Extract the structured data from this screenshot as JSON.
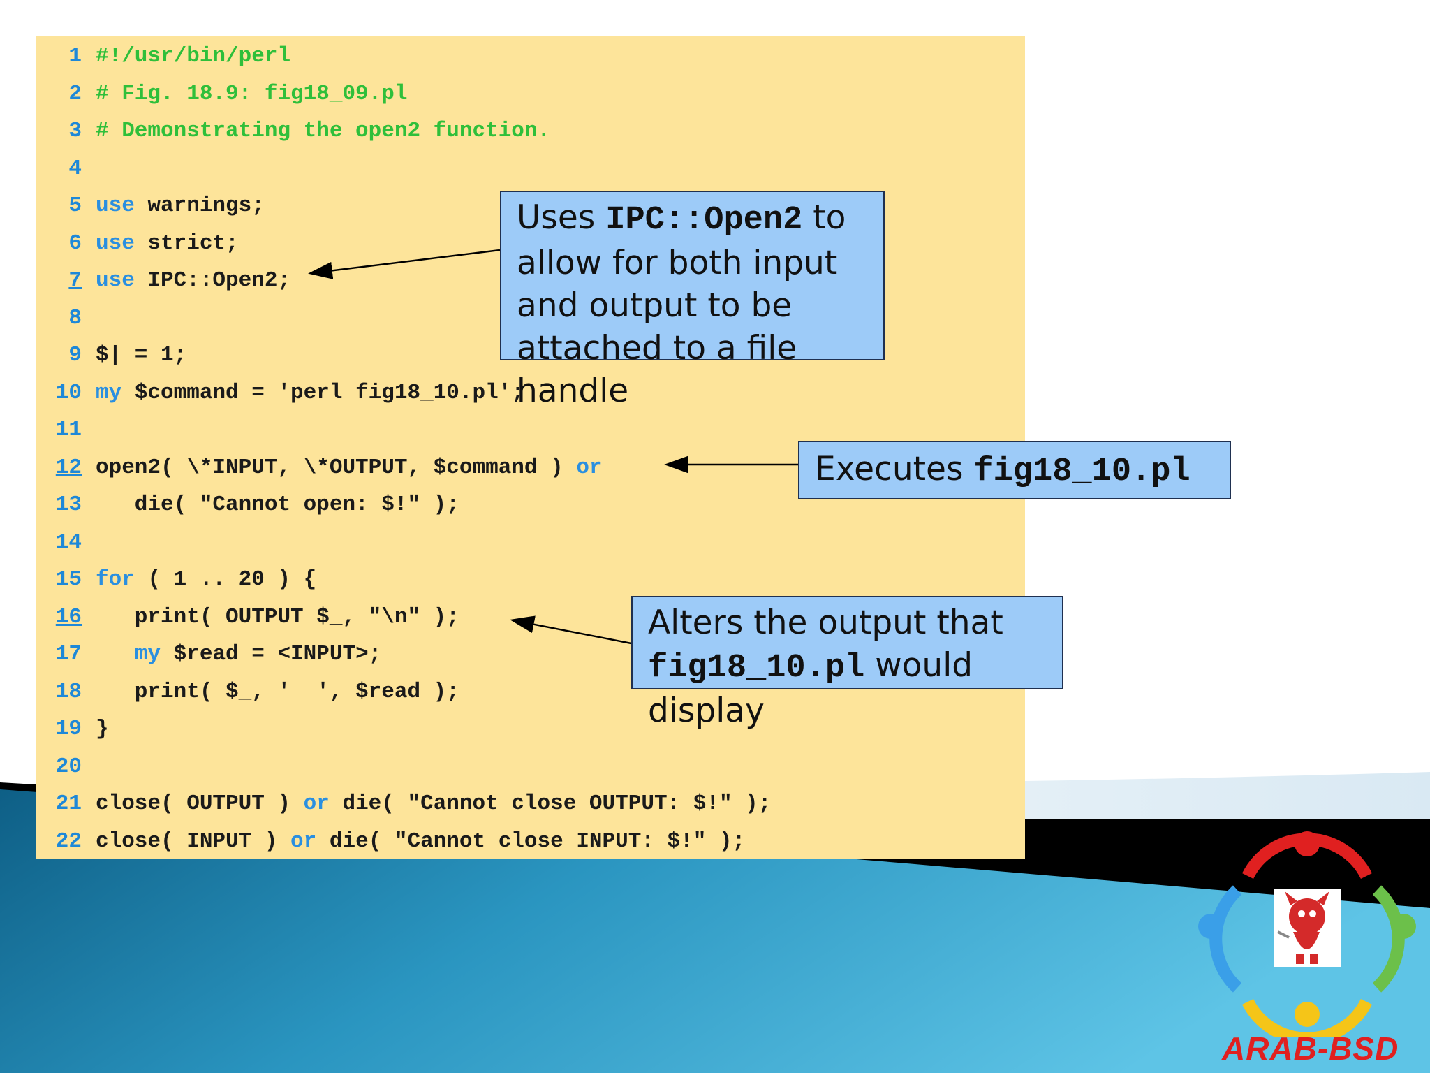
{
  "code_lines": [
    {
      "n": "1",
      "ul": false,
      "tokens": [
        {
          "t": "#!/usr/bin/perl",
          "c": "comment"
        }
      ]
    },
    {
      "n": "2",
      "ul": false,
      "tokens": [
        {
          "t": "# Fig. 18.9: fig18_09.pl",
          "c": "comment"
        }
      ]
    },
    {
      "n": "3",
      "ul": false,
      "tokens": [
        {
          "t": "# Demonstrating the open2 function.",
          "c": "comment"
        }
      ]
    },
    {
      "n": "4",
      "ul": false,
      "tokens": []
    },
    {
      "n": "5",
      "ul": false,
      "tokens": [
        {
          "t": "use",
          "c": "keyword"
        },
        {
          "t": " warnings;",
          "c": "plain"
        }
      ]
    },
    {
      "n": "6",
      "ul": false,
      "tokens": [
        {
          "t": "use",
          "c": "keyword"
        },
        {
          "t": " strict;",
          "c": "plain"
        }
      ]
    },
    {
      "n": "7",
      "ul": true,
      "tokens": [
        {
          "t": "use",
          "c": "keyword"
        },
        {
          "t": " IPC::Open2;",
          "c": "plain"
        }
      ]
    },
    {
      "n": "8",
      "ul": false,
      "tokens": []
    },
    {
      "n": "9",
      "ul": false,
      "tokens": [
        {
          "t": "$| = 1;",
          "c": "plain"
        }
      ]
    },
    {
      "n": "10",
      "ul": false,
      "tokens": [
        {
          "t": "my",
          "c": "keyword"
        },
        {
          "t": " $command = 'perl fig18_10.pl';",
          "c": "plain"
        }
      ]
    },
    {
      "n": "11",
      "ul": false,
      "tokens": []
    },
    {
      "n": "12",
      "ul": true,
      "tokens": [
        {
          "t": "open2( \\*INPUT, \\*OUTPUT, $command ) ",
          "c": "plain"
        },
        {
          "t": "or",
          "c": "keyword"
        }
      ]
    },
    {
      "n": "13",
      "ul": false,
      "tokens": [
        {
          "t": "   die( \"Cannot open: $!\" );",
          "c": "plain"
        }
      ]
    },
    {
      "n": "14",
      "ul": false,
      "tokens": []
    },
    {
      "n": "15",
      "ul": false,
      "tokens": [
        {
          "t": "for",
          "c": "keyword"
        },
        {
          "t": " ( 1 .. 20 ) {",
          "c": "plain"
        }
      ]
    },
    {
      "n": "16",
      "ul": true,
      "tokens": [
        {
          "t": "   print( OUTPUT $_, \"\\n\" );",
          "c": "plain"
        }
      ]
    },
    {
      "n": "17",
      "ul": false,
      "tokens": [
        {
          "t": "   ",
          "c": "plain"
        },
        {
          "t": "my",
          "c": "keyword"
        },
        {
          "t": " $read = <INPUT>;",
          "c": "plain"
        }
      ]
    },
    {
      "n": "18",
      "ul": false,
      "tokens": [
        {
          "t": "   print( $_, '  ', $read );",
          "c": "plain"
        }
      ]
    },
    {
      "n": "19",
      "ul": false,
      "tokens": [
        {
          "t": "}",
          "c": "plain"
        }
      ]
    },
    {
      "n": "20",
      "ul": false,
      "tokens": []
    },
    {
      "n": "21",
      "ul": false,
      "tokens": [
        {
          "t": "close( OUTPUT ) ",
          "c": "plain"
        },
        {
          "t": "or",
          "c": "keyword"
        },
        {
          "t": " die( \"Cannot close OUTPUT: $!\" );",
          "c": "plain"
        }
      ]
    },
    {
      "n": "22",
      "ul": false,
      "tokens": [
        {
          "t": "close( INPUT ) ",
          "c": "plain"
        },
        {
          "t": "or",
          "c": "keyword"
        },
        {
          "t": " die( \"Cannot close INPUT: $!\" );",
          "c": "plain"
        }
      ]
    }
  ],
  "callouts": {
    "open2": {
      "line1_pre": "Uses ",
      "line1_code": "IPC::Open2",
      "line1_post": " to",
      "line2": "allow for both input",
      "line3": "and output to be",
      "line4": "attached to a file",
      "line5": "handle"
    },
    "executes": {
      "pre": "Executes ",
      "code": "fig18_10.pl"
    },
    "alters": {
      "line1": "Alters the output that",
      "line2_code": "fig18_10.pl",
      "line2_post": " would",
      "line3": "display"
    }
  },
  "logo": {
    "text": "ARAB-BSD",
    "accent_colors": [
      "#e02020",
      "#3a9fe8",
      "#6cc04a",
      "#f5c518"
    ]
  },
  "colors": {
    "panel": "#fde49a",
    "comment": "#2fbf3a",
    "keyword": "#2a8fe0",
    "line_number": "#1e88d8",
    "callout_fill": "#9dcbf8"
  }
}
